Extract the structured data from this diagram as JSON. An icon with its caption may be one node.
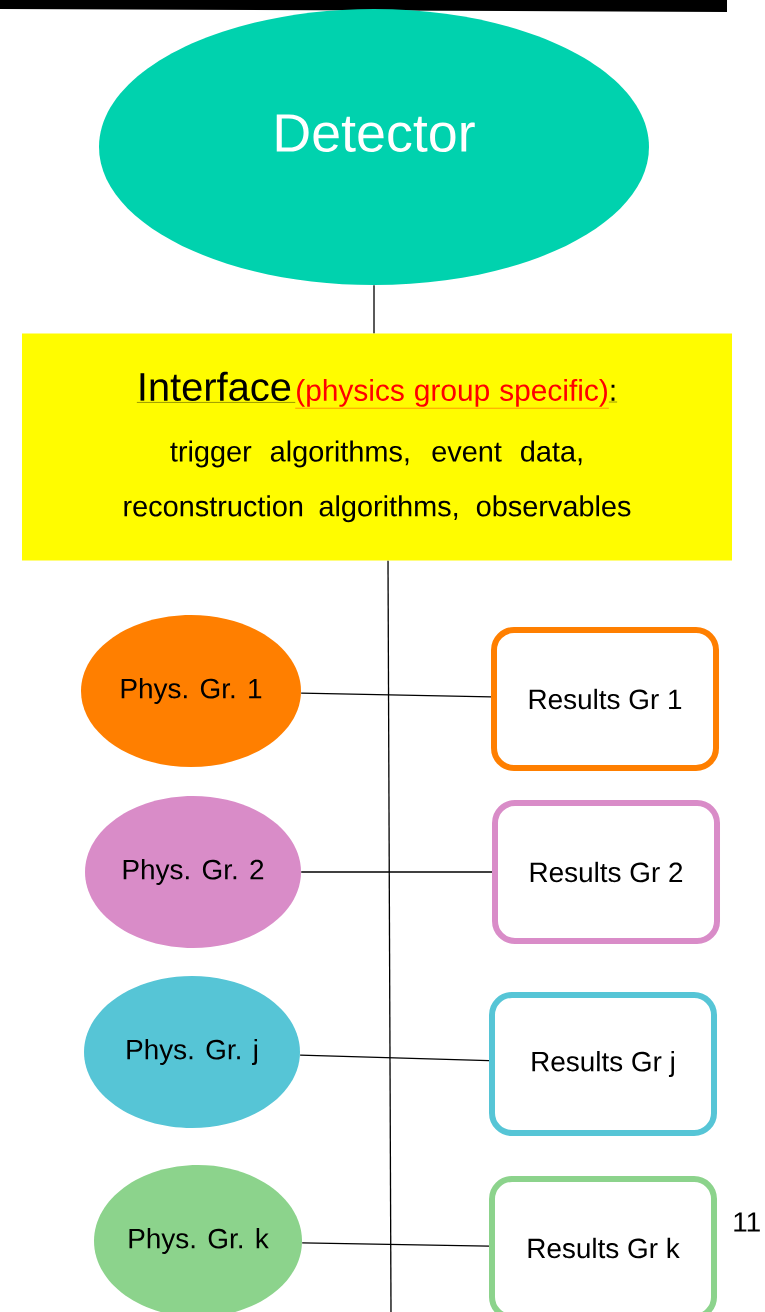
{
  "diagram": {
    "nodes": [
      {
        "text": [
          "Detector"
        ]
      },
      {
        "text": [
          "Interface",
          "(physics group specific)",
          ":",
          "trigger algorithms, event data, reconstruction algorithms, observables"
        ]
      },
      {
        "text": [
          "Phys. Gr. 1"
        ]
      },
      {
        "text": [
          "Results Gr 1"
        ]
      },
      {
        "text": [
          "Phys. Gr. 2"
        ]
      },
      {
        "text": [
          "Results Gr 2"
        ]
      },
      {
        "text": [
          "Phys. Gr. j"
        ]
      },
      {
        "text": [
          "Results Gr j"
        ]
      },
      {
        "text": [
          "Phys. Gr. k"
        ]
      },
      {
        "text": [
          "Results Gr k"
        ]
      }
    ],
    "edges": [
      {
        "from": 0,
        "to": 1,
        "arrow": "none"
      },
      {
        "from": 1,
        "to": null,
        "arrow": "none"
      },
      {
        "from": 2,
        "to": 3,
        "arrow": "none"
      },
      {
        "from": 4,
        "to": 5,
        "arrow": "none"
      },
      {
        "from": 6,
        "to": 7,
        "arrow": "none"
      },
      {
        "from": 8,
        "to": 9,
        "arrow": "none"
      }
    ],
    "labels": [
      "11"
    ]
  }
}
